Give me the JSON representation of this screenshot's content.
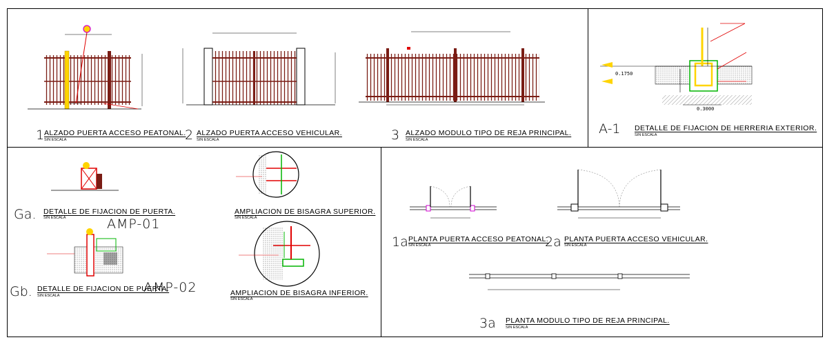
{
  "colors": {
    "rail": "#7a1c14",
    "post_yellow": "#ffd400",
    "magenta": "#d000d0",
    "green": "#00b400",
    "red": "#e00000"
  },
  "views": {
    "v1": {
      "num": "1",
      "title": "ALZADO PUERTA ACCESO PEATONAL.",
      "scale": "SIN ESCALA"
    },
    "v2": {
      "num": "2",
      "title": "ALZADO PUERTA ACCESO VEHICULAR.",
      "scale": "SIN ESCALA"
    },
    "v3": {
      "num": "3",
      "title": "ALZADO MODULO TIPO DE REJA PRINCIPAL.",
      "scale": "SIN ESCALA"
    },
    "a1": {
      "num": "A-1",
      "title": "DETALLE DE FIJACION DE HERRERIA EXTERIOR.",
      "scale": "SIN ESCALA",
      "dim_h": "0.1750",
      "dim_w": "0.3000"
    },
    "ga": {
      "num": "Ga.",
      "title": "DETALLE DE FIJACION DE PUERTA.",
      "scale": "SIN ESCALA",
      "amp": "AMP-01"
    },
    "gb": {
      "num": "Gb.",
      "title": "DETALLE DE FIJACION DE PUERTA.",
      "scale": "SIN ESCALA",
      "amp": "AMP-02"
    },
    "ampsup": {
      "title": "AMPLIACION DE BISAGRA SUPERIOR.",
      "scale": "SIN ESCALA"
    },
    "ampinf": {
      "title": "AMPLIACION DE BISAGRA INFERIOR.",
      "scale": "SIN ESCALA"
    },
    "v1a": {
      "num": "1a",
      "title": "PLANTA PUERTA ACCESO PEATONAL.",
      "scale": "SIN ESCALA"
    },
    "v2a": {
      "num": "2a",
      "title": "PLANTA PUERTA ACCESO VEHICULAR.",
      "scale": "SIN ESCALA"
    },
    "v3a": {
      "num": "3a",
      "title": "PLANTA MODULO TIPO DE REJA PRINCIPAL.",
      "scale": "SIN ESCALA"
    }
  }
}
